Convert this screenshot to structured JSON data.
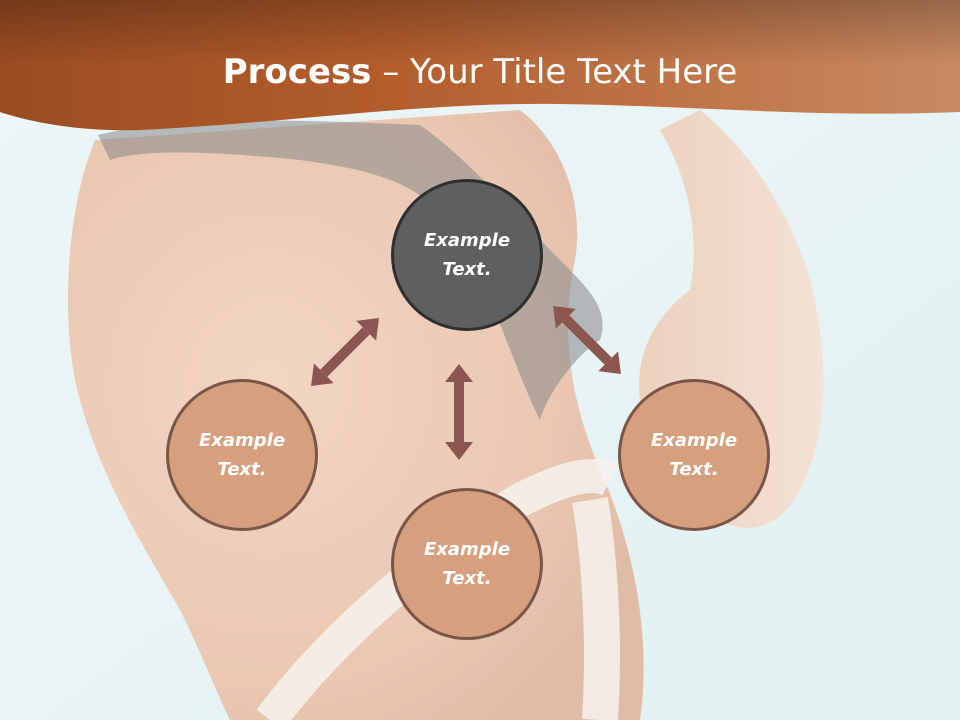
{
  "title": {
    "bold": "Process",
    "rest": " – Your Title Text Here"
  },
  "colors": {
    "header_dark": "#8f4a22",
    "header_mid": "#b8622f",
    "header_light": "#c98a62",
    "node_fill": "#d6a07f",
    "node_border": "#7a5548",
    "center_fill": "#5f5f5f",
    "center_border": "#2f2f2f",
    "arrow": "#8c5650",
    "sky": "#e6f2f4",
    "skin": "#e8bea4"
  },
  "nodes": {
    "center": "Example Text.",
    "left": "Example Text.",
    "bottom": "Example Text.",
    "right": "Example Text."
  },
  "background": {
    "image": "faded photo of torso with measuring tape"
  }
}
